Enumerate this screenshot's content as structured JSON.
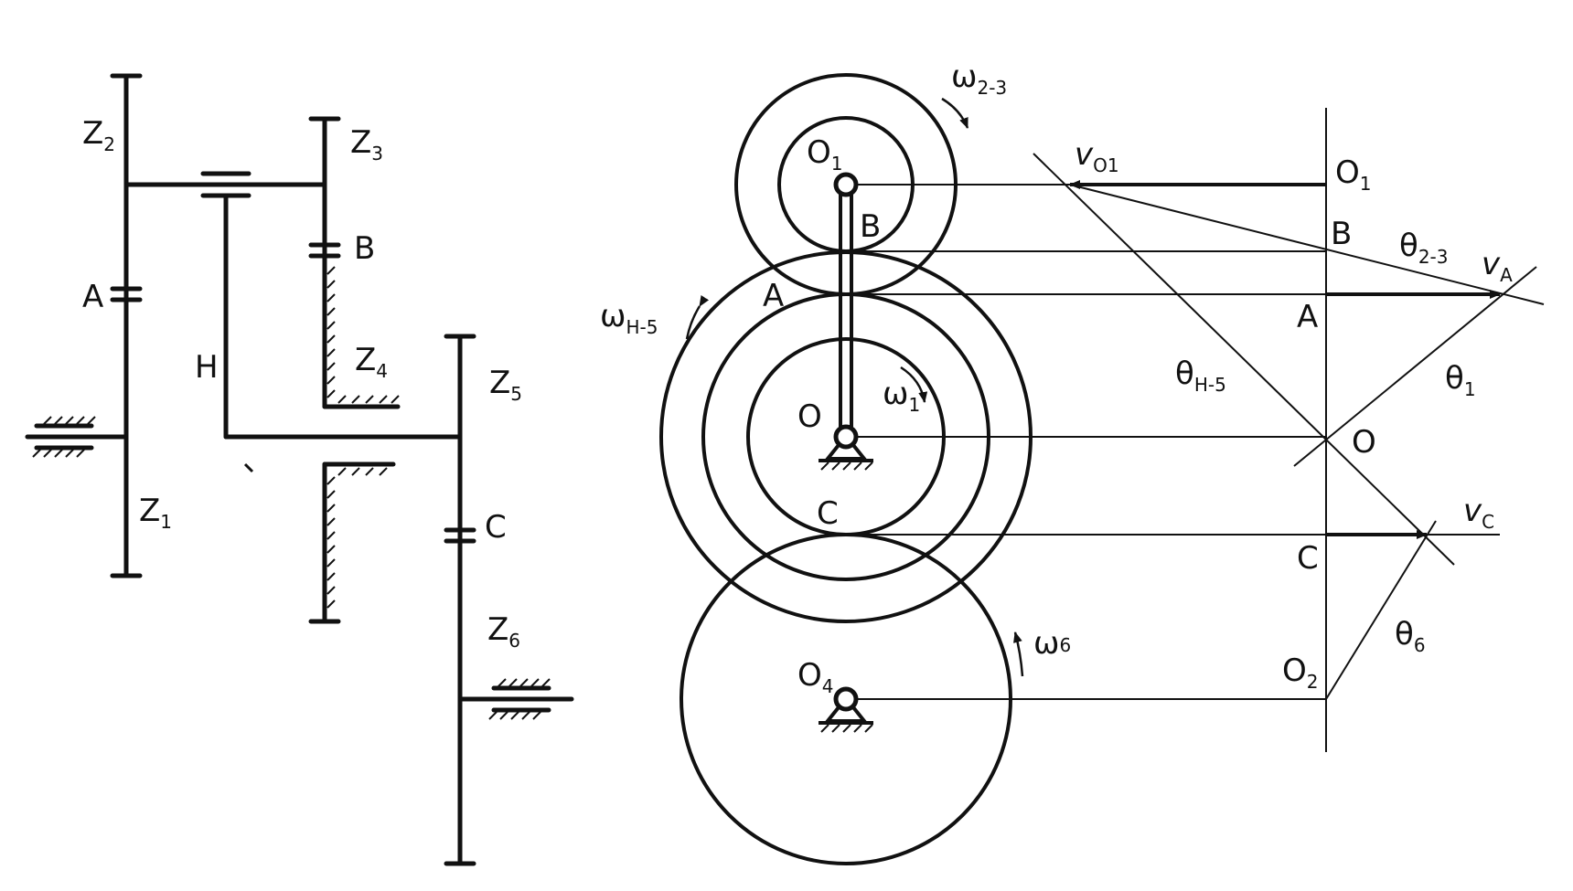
{
  "schematic": {
    "z2": {
      "main": "Z",
      "sub": "2"
    },
    "z3": {
      "main": "Z",
      "sub": "3"
    },
    "z4": {
      "main": "Z",
      "sub": "4"
    },
    "z5": {
      "main": "Z",
      "sub": "5"
    },
    "z1": {
      "main": "Z",
      "sub": "1"
    },
    "z6": {
      "main": "Z",
      "sub": "6"
    },
    "a": "A",
    "b": "B",
    "c": "C",
    "h": "H"
  },
  "gears": {
    "o1": {
      "main": "O",
      "sub": "1"
    },
    "o": "O",
    "o4": {
      "main": "O",
      "sub": "4"
    },
    "b": "B",
    "a": "A",
    "c": "C",
    "w23": {
      "main": "ω",
      "sub": "2-3"
    },
    "wh5": {
      "main": "ω",
      "sub": "H-5"
    },
    "w1": {
      "main": "ω",
      "sub": "1"
    },
    "w6": {
      "main": "ω",
      "sub": "6"
    }
  },
  "velocity": {
    "vo1": {
      "main": "v",
      "sub": "O1"
    },
    "o1": {
      "main": "O",
      "sub": "1"
    },
    "b": "B",
    "th23": {
      "main": "θ",
      "sub": "2-3"
    },
    "va": {
      "main": "v",
      "sub": "A"
    },
    "a": "A",
    "thh5": {
      "main": "θ",
      "sub": "H-5"
    },
    "th1": {
      "main": "θ",
      "sub": "1"
    },
    "o": "O",
    "vc": {
      "main": "v",
      "sub": "C"
    },
    "c": "C",
    "th6": {
      "main": "θ",
      "sub": "6"
    },
    "o2": {
      "main": "O",
      "sub": "2"
    }
  }
}
